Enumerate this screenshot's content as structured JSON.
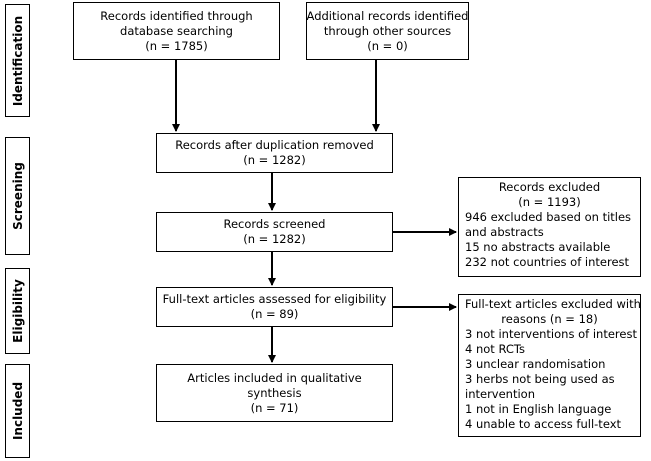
{
  "stages": {
    "identification": "Identification",
    "screening": "Screening",
    "eligibility": "Eligibility",
    "included": "Included"
  },
  "boxes": {
    "database": [
      "Records identified through",
      "database searching",
      "(n = 1785)"
    ],
    "other_sources": [
      "Additional records identified",
      "through other sources",
      "(n = 0)"
    ],
    "dedup": [
      "Records after duplication removed",
      "(n = 1282)"
    ],
    "screened": [
      "Records screened",
      "(n = 1282)"
    ],
    "excluded": [
      "Records excluded",
      "(n = 1193)",
      "946 excluded based on titles",
      "and abstracts",
      "15 no abstracts available",
      "232 not countries of interest"
    ],
    "fulltext": [
      "Full-text articles assessed for eligibility",
      "(n = 89)"
    ],
    "fulltext_excluded": [
      "Full-text articles excluded with",
      "reasons (n = 18)",
      "3 not interventions of interest",
      "4 not RCTs",
      "3 unclear randomisation",
      "3 herbs not being used as",
      "intervention",
      "1 not in English language",
      "4 unable to access full-text"
    ],
    "included": [
      "Articles included in qualitative",
      "synthesis",
      "(n = 71)"
    ]
  }
}
